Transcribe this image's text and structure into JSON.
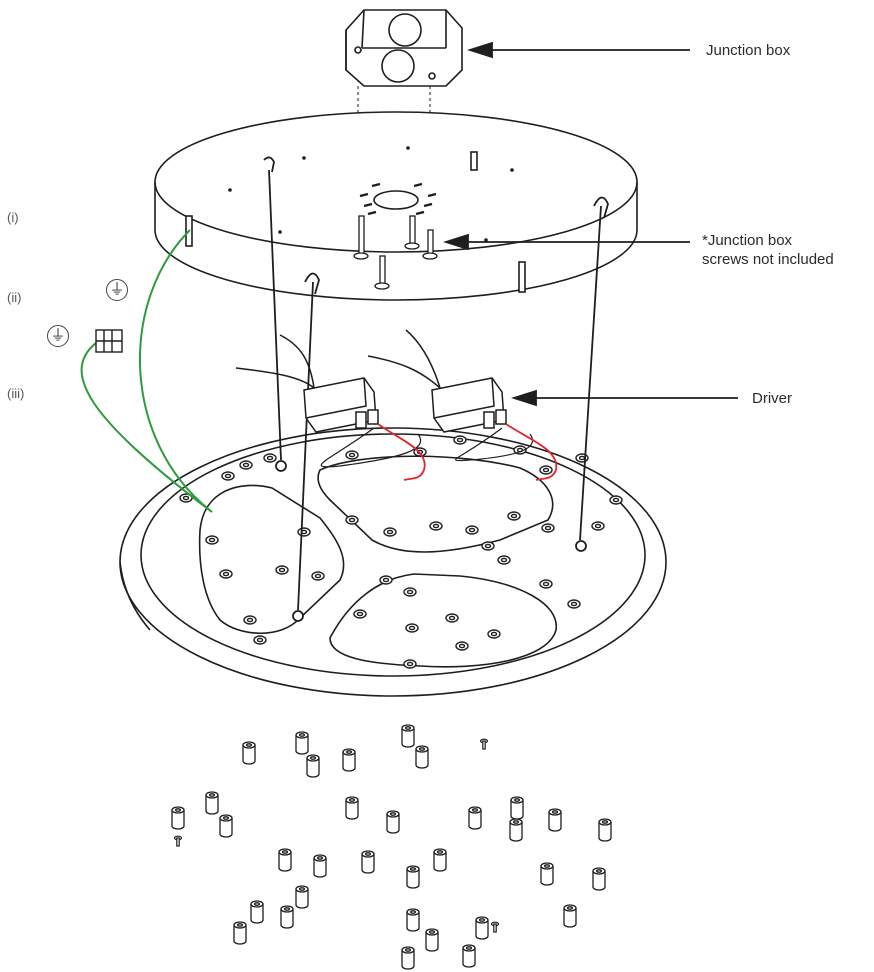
{
  "labels": {
    "junction_box": "Junction box",
    "screws_line1": "*Junction box",
    "screws_line2": "screws not included",
    "driver": "Driver"
  },
  "steps": [
    "(i)",
    "(ii)",
    "(iii)"
  ],
  "symbols": {
    "ground": "⏚"
  },
  "colors": {
    "ground_wire": "#2e9b3c",
    "live_wire": "#e0262b",
    "line": "#1e1e1e"
  }
}
